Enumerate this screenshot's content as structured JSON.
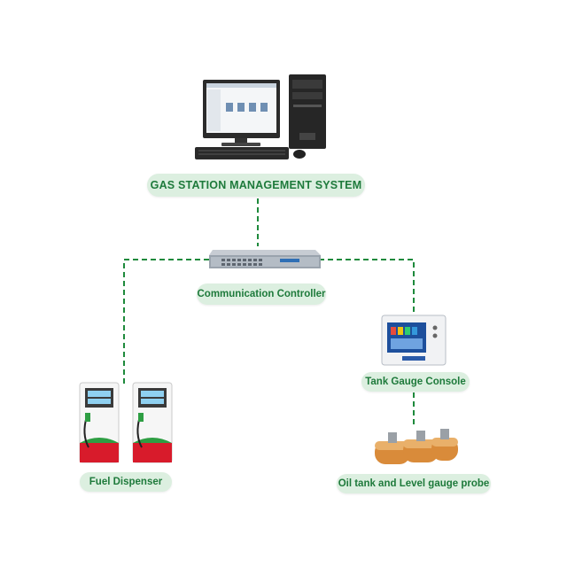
{
  "labels": {
    "management_system": "GAS STATION MANAGEMENT SYSTEM",
    "communication_controller": "Communication Controller",
    "tank_gauge_console": "Tank Gauge Console",
    "fuel_dispenser": "Fuel Dispenser",
    "oil_tank_probe": "Oil tank and Level gauge probe"
  },
  "colors": {
    "connector": "#1e8a3c",
    "label_bg": "#dcefe0",
    "label_text": "#1e7a3b"
  },
  "icons": [
    "computer-workstation-icon",
    "communication-controller-icon",
    "fuel-dispenser-icon",
    "tank-gauge-console-icon",
    "oil-tank-probe-icon"
  ]
}
